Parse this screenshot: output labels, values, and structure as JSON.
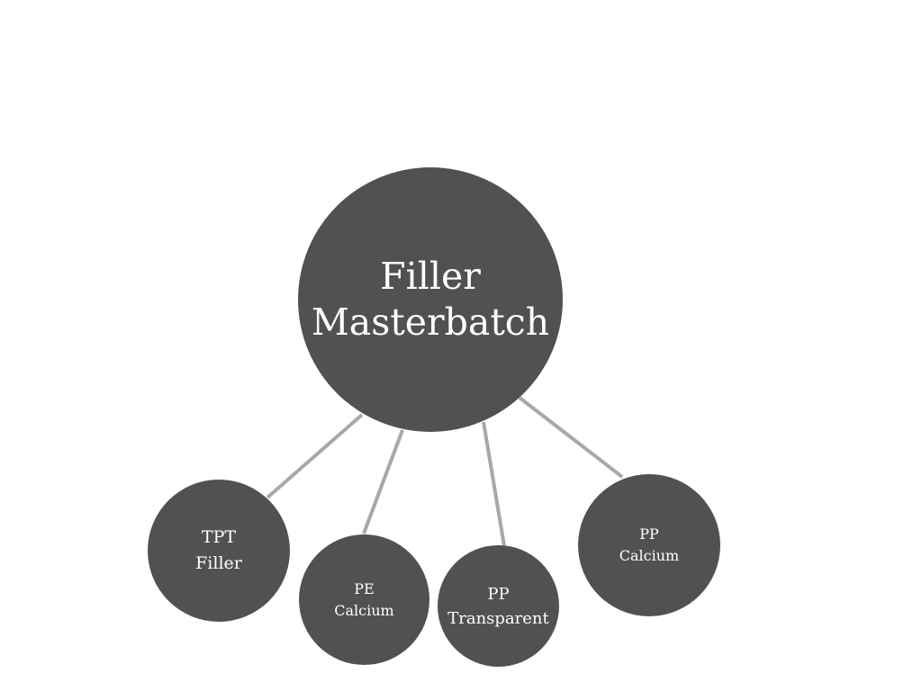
{
  "diagram": {
    "center": {
      "line1": "Filler",
      "line2": "Masterbatch"
    },
    "children": [
      {
        "line1": "TPT",
        "line2": "Filler"
      },
      {
        "line1": "PE",
        "line2": "Calcium"
      },
      {
        "line1": "PP",
        "line2": "Transparent"
      },
      {
        "line1": "PP",
        "line2": "Calcium"
      }
    ]
  },
  "colors": {
    "node_fill": "#515151",
    "node_text": "#ffffff",
    "connector": "#a8a8a8",
    "background": "#ffffff"
  }
}
